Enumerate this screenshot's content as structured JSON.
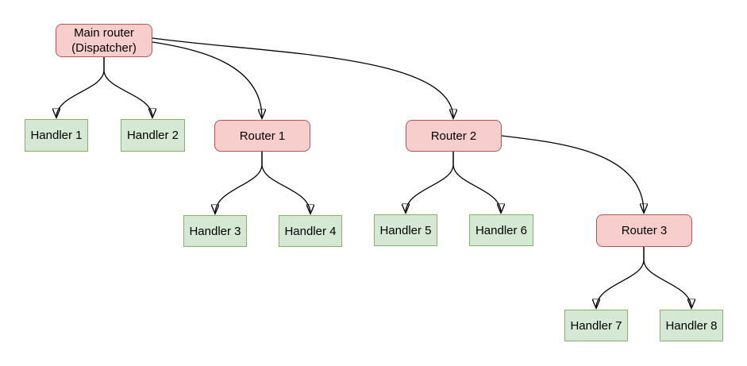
{
  "diagram": {
    "background_color": "#ffffff",
    "colors": {
      "router_fill": "#f8cecc",
      "router_border": "#b85450",
      "handler_fill": "#d5e8d4",
      "handler_border": "#82b366",
      "edge": "#000000"
    },
    "nodes": {
      "main_router": {
        "type": "router",
        "lines": [
          "Main router",
          "(Dispatcher)"
        ]
      },
      "handler1": {
        "type": "handler",
        "label": "Handler 1"
      },
      "handler2": {
        "type": "handler",
        "label": "Handler 2"
      },
      "router1": {
        "type": "router",
        "label": "Router 1"
      },
      "handler3": {
        "type": "handler",
        "label": "Handler 3"
      },
      "handler4": {
        "type": "handler",
        "label": "Handler 4"
      },
      "router2": {
        "type": "router",
        "label": "Router 2"
      },
      "handler5": {
        "type": "handler",
        "label": "Handler 5"
      },
      "handler6": {
        "type": "handler",
        "label": "Handler 6"
      },
      "router3": {
        "type": "router",
        "label": "Router 3"
      },
      "handler7": {
        "type": "handler",
        "label": "Handler 7"
      },
      "handler8": {
        "type": "handler",
        "label": "Handler 8"
      }
    },
    "edges": [
      {
        "from": "main_router",
        "to": "handler1"
      },
      {
        "from": "main_router",
        "to": "handler2"
      },
      {
        "from": "main_router",
        "to": "router1"
      },
      {
        "from": "main_router",
        "to": "router2"
      },
      {
        "from": "router1",
        "to": "handler3"
      },
      {
        "from": "router1",
        "to": "handler4"
      },
      {
        "from": "router2",
        "to": "handler5"
      },
      {
        "from": "router2",
        "to": "handler6"
      },
      {
        "from": "router2",
        "to": "router3"
      },
      {
        "from": "router3",
        "to": "handler7"
      },
      {
        "from": "router3",
        "to": "handler8"
      }
    ]
  }
}
